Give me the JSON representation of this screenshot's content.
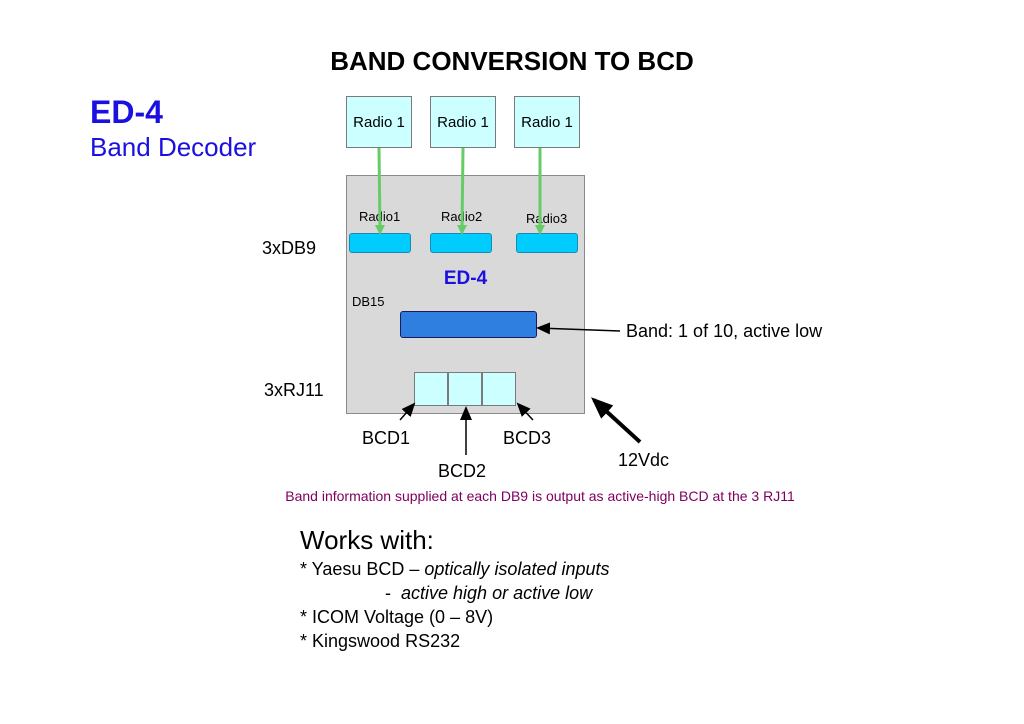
{
  "title": "BAND CONVERSION TO BCD",
  "product": {
    "name": "ED-4",
    "subtitle": "Band Decoder"
  },
  "radios": [
    "Radio 1",
    "Radio 1",
    "Radio 1"
  ],
  "device": {
    "name": "ED-4",
    "db9_ports": [
      "Radio1",
      "Radio2",
      "Radio3"
    ],
    "db15_label": "DB15"
  },
  "labels": {
    "db9_group": "3xDB9",
    "rj11_group": "3xRJ11",
    "band_output": "Band: 1 of 10, active low",
    "bcd": [
      "BCD1",
      "BCD2",
      "BCD3"
    ],
    "power": "12Vdc"
  },
  "caption": "Band information supplied at each DB9 is output as active-high BCD at the 3 RJ11",
  "works_with": {
    "heading": "Works with:",
    "items": [
      {
        "prefix": "* Yaesu BCD – ",
        "italic": "optically isolated inputs"
      },
      {
        "prefix": "                 -  ",
        "italic": "active high or active low"
      },
      {
        "prefix": "* ICOM Voltage (0 – 8V)",
        "italic": ""
      },
      {
        "prefix": "* Kingswood RS232",
        "italic": ""
      }
    ]
  },
  "colors": {
    "accent": "#1a10e0",
    "green_wire": "#66cc66",
    "caption": "#800060"
  }
}
